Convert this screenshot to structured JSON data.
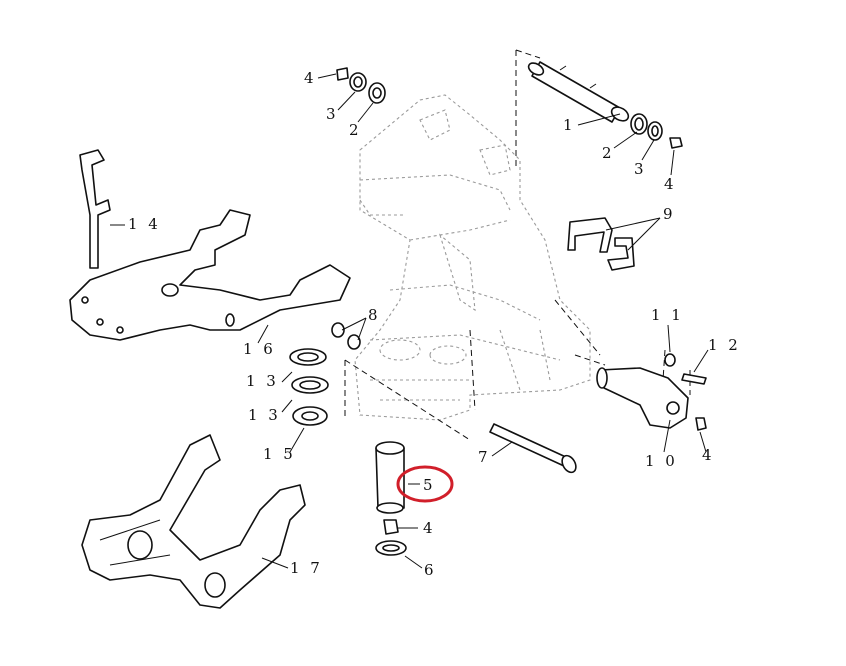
{
  "labels": {
    "l4a": "4",
    "l3a": "3",
    "l2a": "2",
    "l1": "1",
    "l2b": "2",
    "l3b": "3",
    "l4b": "4",
    "l14": "1 4",
    "l9": "9",
    "l16": "1 6",
    "l8": "8",
    "l11": "1 1",
    "l12": "1 2",
    "l13a": "1 3",
    "l13b": "1 3",
    "l15": "1 5",
    "l7": "7",
    "l10": "1 0",
    "l4c": "4",
    "l5": "5",
    "l4d": "4",
    "l6": "6",
    "l17": "1 7"
  },
  "highlight": {
    "part": "5",
    "color": "#d11f2a"
  }
}
